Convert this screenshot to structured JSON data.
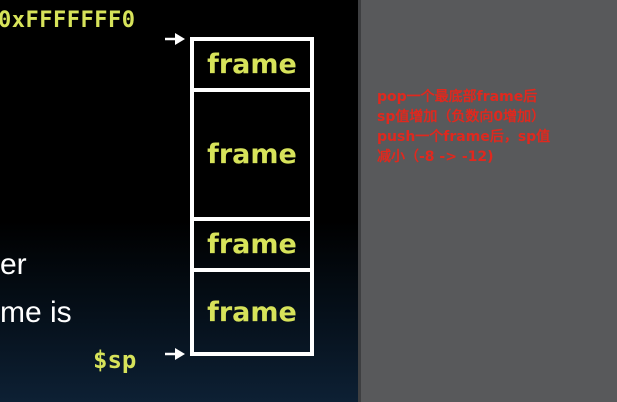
{
  "slide": {
    "top_address": "0xFFFFFFF0",
    "sp_label": "$sp",
    "cut_lines": [
      "er",
      "me is"
    ],
    "frames": [
      "frame",
      "frame",
      "frame",
      "frame"
    ]
  },
  "annotation": {
    "lines": [
      "pop一个最底部frame后",
      "sp值增加（负数向0增加）",
      "push一个frame后，sp值",
      "减小（-8 -> -12)"
    ],
    "color": "#e0281e"
  },
  "colors": {
    "accent": "#d7e35a",
    "box_border": "#ffffff",
    "panel_bg": "#58595b"
  }
}
